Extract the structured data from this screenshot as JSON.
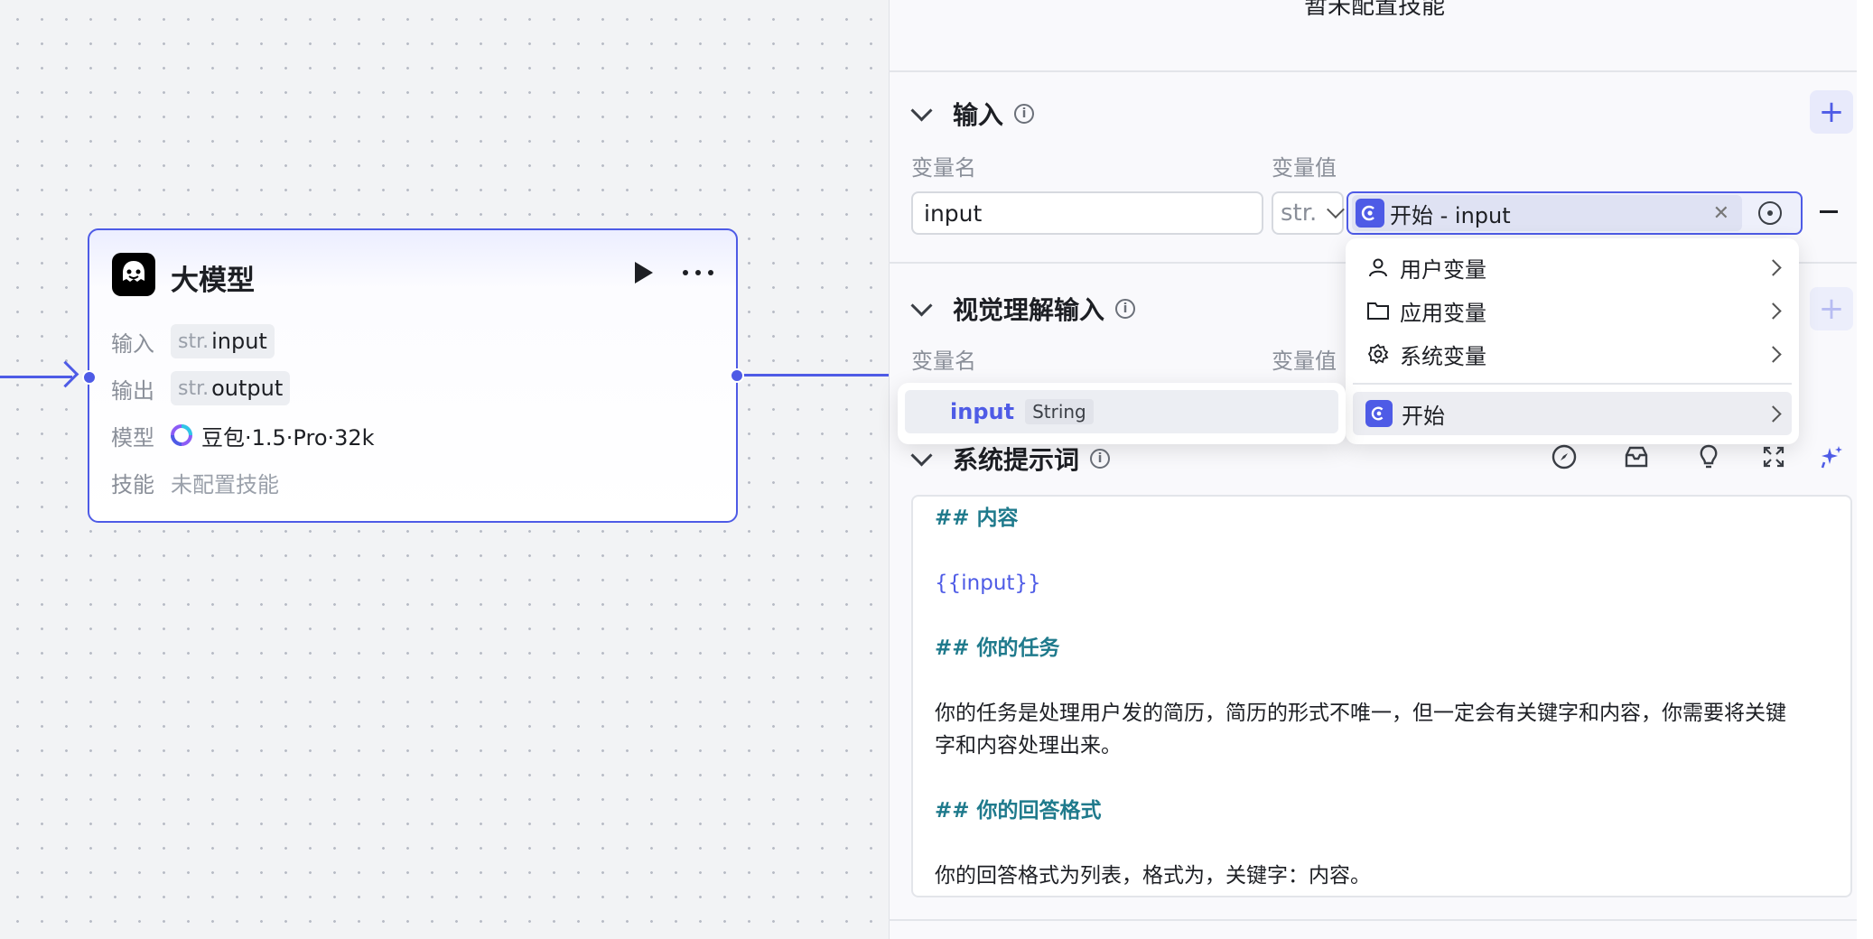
{
  "node": {
    "title": "大模型",
    "input_label": "输入",
    "input_type": "str.",
    "input_name": "input",
    "output_label": "输出",
    "output_type": "str.",
    "output_name": "output",
    "model_label": "模型",
    "model_name": "豆包·1.5·Pro·32k",
    "skill_label": "技能",
    "skill_value": "未配置技能"
  },
  "panel": {
    "top_text": "暂未配置技能",
    "input_section": {
      "title": "输入",
      "col_name": "变量名",
      "col_value": "变量值",
      "var_name": "input",
      "var_type": "str.",
      "ref_value": "开始 - input"
    },
    "vision_section": {
      "title": "视觉理解输入",
      "col_name": "变量名",
      "col_value": "变量值"
    },
    "system_prompt": {
      "title": "系统提示词",
      "lines": {
        "h1": "## 内容",
        "var": "{{input}}",
        "h2": "## 你的任务",
        "p1": "你的任务是处理用户发的简历，简历的形式不唯一，但一定会有关键字和内容，你需要将关键",
        "p1b": "字和内容处理出来。",
        "h3": "## 你的回答格式",
        "p2": "你的回答格式为列表，格式为，关键字：内容。"
      }
    }
  },
  "dropdown": {
    "items": [
      {
        "label": "用户变量",
        "icon": "user-icon"
      },
      {
        "label": "应用变量",
        "icon": "folder-icon"
      },
      {
        "label": "系统变量",
        "icon": "gear-icon"
      },
      {
        "label": "开始",
        "icon": "start-icon"
      }
    ],
    "sub_item": {
      "name": "input",
      "type": "String"
    }
  },
  "colors": {
    "accent": "#4e5be6",
    "heading": "#1f7a8c"
  }
}
